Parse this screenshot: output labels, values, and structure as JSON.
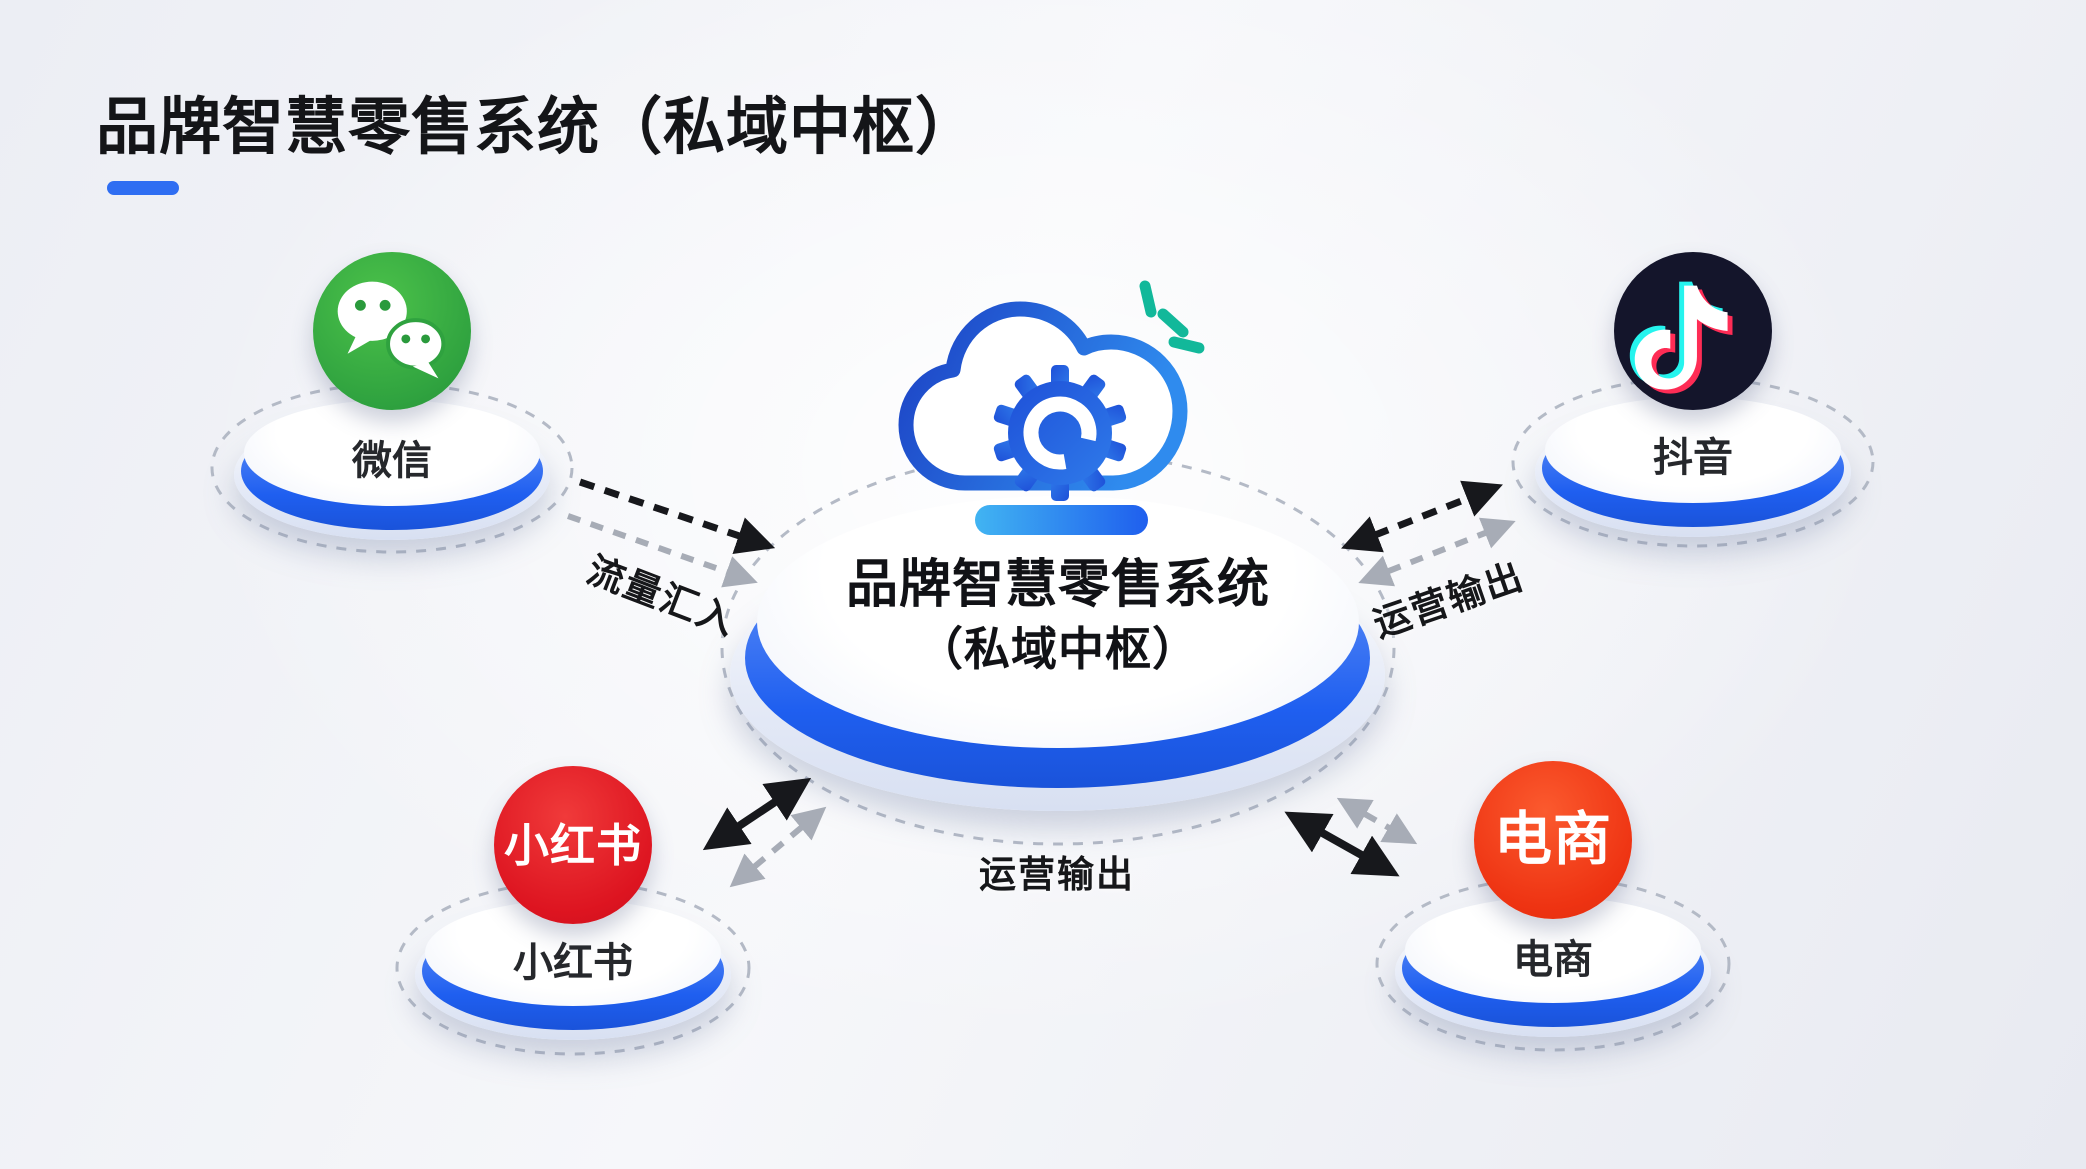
{
  "title": {
    "text": "品牌智慧零售系统（私域中枢）"
  },
  "center_node": {
    "name_line1": "品牌智慧零售系统",
    "name_line2": "（私域中枢）",
    "icon": "cloud-gear-icon"
  },
  "nodes": [
    {
      "id": "wechat",
      "label": "微信",
      "icon": "wechat-icon",
      "brand_color": "#2FA23F"
    },
    {
      "id": "douyin",
      "label": "抖音",
      "icon": "douyin-icon",
      "brand_color": "#14152B"
    },
    {
      "id": "xiaohongshu",
      "label": "小红书",
      "icon": "xiaohongshu-icon",
      "icon_text": "小红书",
      "brand_color": "#DD1420"
    },
    {
      "id": "ecommerce",
      "label": "电商",
      "icon": "ecommerce-icon",
      "icon_text": "电商",
      "brand_color": "#EE3312"
    }
  ],
  "edge_labels": {
    "inflow": "流量汇入",
    "output_right": "运营输出",
    "output_bottom": "运营输出"
  },
  "colors": {
    "accent_blue": "#2F6EF2",
    "pedestal_ring_blue": "#1F5FF0",
    "arrow_black": "#17181C",
    "arrow_gray": "#A7ACB6",
    "dashed_orbit_gray": "#B4BAC6",
    "sparkle_teal": "#12B89A"
  }
}
